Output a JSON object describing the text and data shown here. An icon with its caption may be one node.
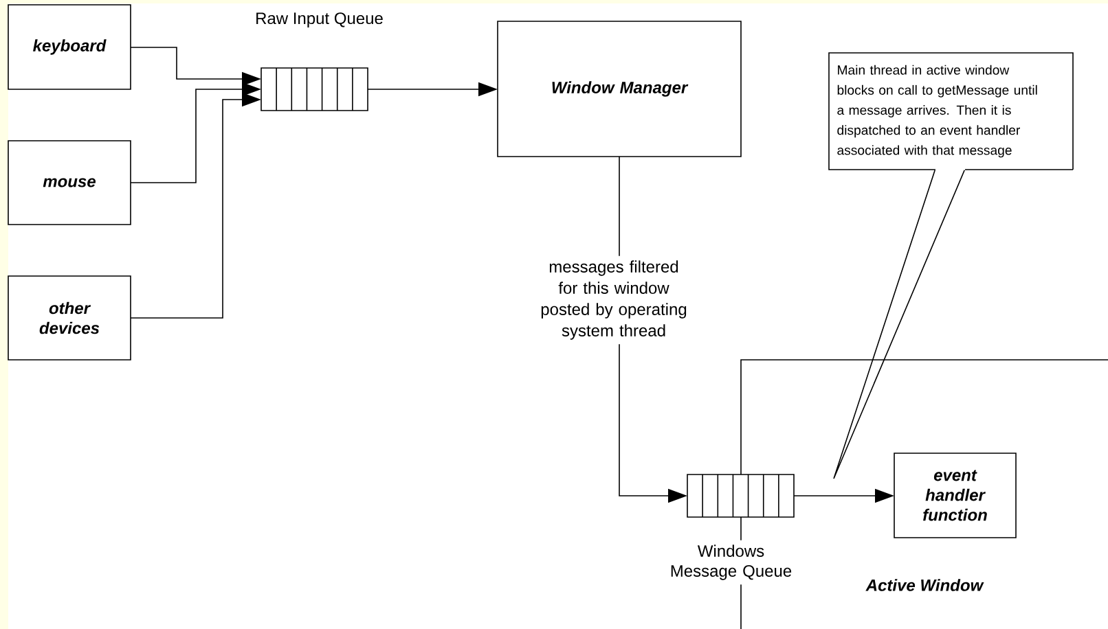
{
  "diagram": {
    "nodes": [
      {
        "text": [
          "keyboard"
        ]
      },
      {
        "text": [
          "mouse"
        ]
      },
      {
        "text": [
          "other devices"
        ]
      },
      {
        "text": [
          "Raw Input Queue"
        ]
      },
      {
        "text": [
          "Window Manager"
        ]
      },
      {
        "text": [
          "Main thread in active window blocks on call to getMessage until a message arrives.  Then it is dispatched to an event handler associated with that message"
        ]
      },
      {
        "text": [
          "Active Window"
        ]
      },
      {
        "text": [
          "Windows Message Queue"
        ]
      },
      {
        "text": [
          "event handler function"
        ],
        "in": 6
      }
    ],
    "edges": [
      {
        "from": 0,
        "to": 3,
        "arrow": "to"
      },
      {
        "from": 1,
        "to": 3,
        "arrow": "to"
      },
      {
        "from": 2,
        "to": 3,
        "arrow": "to"
      },
      {
        "from": 3,
        "to": 4,
        "arrow": "to"
      },
      {
        "from": 4,
        "to": 7,
        "arrow": "to",
        "label": "messages filtered for this window posted by operating system thread"
      },
      {
        "from": 7,
        "to": 8,
        "arrow": "to"
      },
      {
        "from": 5,
        "to": null,
        "arrow": "none"
      }
    ]
  }
}
